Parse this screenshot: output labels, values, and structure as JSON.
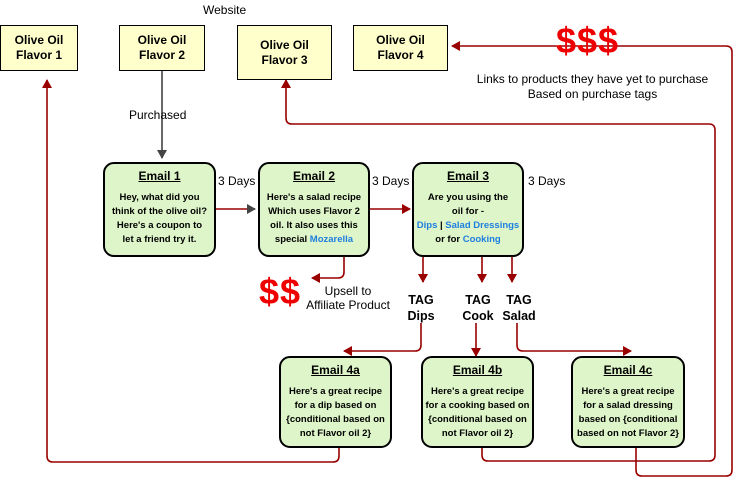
{
  "website_label": "Website",
  "products": [
    {
      "label": "Olive Oil\nFlavor 1"
    },
    {
      "label": "Olive Oil\nFlavor 2"
    },
    {
      "label": "Olive Oil\nFlavor 3"
    },
    {
      "label": "Olive Oil\nFlavor 4"
    }
  ],
  "big_money": "$$$",
  "small_money": "$$",
  "links_note": {
    "line1": "Links to products they have yet to purchase",
    "line2": "Based on purchase tags"
  },
  "purchased_label": "Purchased",
  "delays": [
    "3 Days",
    "3 Days",
    "3 Days"
  ],
  "emails": {
    "email1": {
      "title": "Email 1",
      "lines": [
        "Hey, what did you",
        "think of the olive oil?",
        "Here's a coupon to",
        "let a friend try it."
      ]
    },
    "email2": {
      "title": "Email 2",
      "lines": [
        "Here's a salad recipe",
        "Which uses Flavor 2",
        "oil. It also uses this"
      ],
      "last_pre": "special ",
      "last_link": "Mozarella"
    },
    "email3": {
      "title": "Email 3",
      "line1": "Are you using the",
      "line2": "oil for -",
      "opt1": "Dips",
      "sep": " | ",
      "opt2": "Salad Dressings",
      "or_for": "or for ",
      "opt3": "Cooking"
    },
    "email4a": {
      "title": "Email 4a",
      "lines": [
        "Here's a great recipe",
        "for a dip based on",
        "{conditional based on",
        "not Flavor oil 2}"
      ]
    },
    "email4b": {
      "title": "Email 4b",
      "lines": [
        "Here's a great recipe",
        "for a cooking based on",
        "{conditional based on",
        "not Flavor oil 2}"
      ]
    },
    "email4c": {
      "title": "Email 4c",
      "lines": [
        "Here's a great recipe",
        "for a salad dressing",
        "based on {conditional",
        "based on not Flavor 2}"
      ]
    }
  },
  "upsell": {
    "line1": "Upsell to",
    "line2": "Affiliate Product"
  },
  "tags": {
    "dips": "TAG\nDips",
    "cook": "TAG\nCook",
    "salad": "TAG\nSalad"
  },
  "colors": {
    "arrow": "#990000",
    "money": "#ee0000",
    "email_fill": "#ddf5c8",
    "product_fill": "#ffffcc",
    "link": "#1e7fe0"
  }
}
